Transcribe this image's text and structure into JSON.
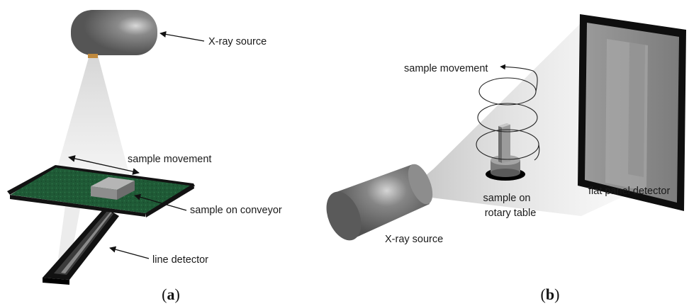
{
  "panel_a": {
    "source_label": "X-ray source",
    "movement_label": "sample movement",
    "sample_label": "sample on conveyor",
    "detector_label": "line detector",
    "caption_open": "(",
    "caption_letter": "a",
    "caption_close": ")"
  },
  "panel_b": {
    "movement_label": "sample movement",
    "source_label": "X-ray source",
    "table_label_line1": "sample on",
    "table_label_line2": "rotary table",
    "detector_label": "flat panel detector",
    "caption_open": "(",
    "caption_letter": "b",
    "caption_close": ")"
  },
  "colors": {
    "tube": "#6e6e6e",
    "conveyor_belt": "#1f5a36",
    "frame": "#141414",
    "detector_panel": "#8f8f8f"
  }
}
